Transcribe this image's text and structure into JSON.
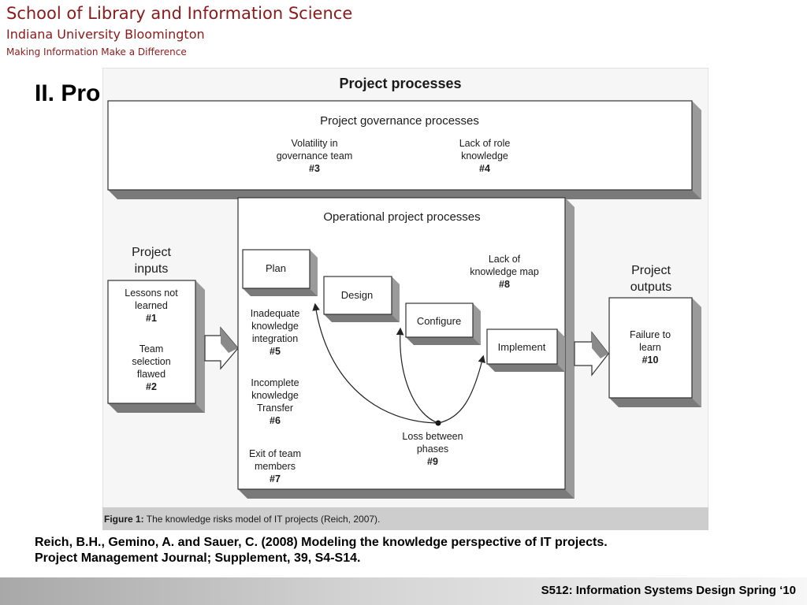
{
  "header": {
    "school": "School of Library and Information Science",
    "university": "Indiana University Bloomington",
    "tagline": "Making Information Make a Difference"
  },
  "slide": {
    "title": "II. Pro"
  },
  "diagram": {
    "title": "Project processes",
    "governance": {
      "title": "Project governance processes",
      "risk3": {
        "line1": "Volatility in",
        "line2": "governance team",
        "num": "#3"
      },
      "risk4": {
        "line1": "Lack of role",
        "line2": "knowledge",
        "num": "#4"
      }
    },
    "inputs": {
      "title1": "Project",
      "title2": "inputs",
      "risk1": {
        "line1": "Lessons not",
        "line2": "learned",
        "num": "#1"
      },
      "risk2": {
        "line1": "Team",
        "line2": "selection",
        "line3": "flawed",
        "num": "#2"
      }
    },
    "operational": {
      "title": "Operational project processes",
      "plan": "Plan",
      "design": "Design",
      "configure": "Configure",
      "implement": "Implement",
      "risk5": {
        "line1": "Inadequate",
        "line2": "knowledge",
        "line3": "integration",
        "num": "#5"
      },
      "risk6": {
        "line1": "Incomplete",
        "line2": "knowledge",
        "line3": "Transfer",
        "num": "#6"
      },
      "risk7": {
        "line1": "Exit of team",
        "line2": "members",
        "num": "#7"
      },
      "risk8": {
        "line1": "Lack of",
        "line2": "knowledge map",
        "num": "#8"
      },
      "risk9": {
        "line1": "Loss between",
        "line2": "phases",
        "num": "#9"
      }
    },
    "outputs": {
      "title1": "Project",
      "title2": "outputs",
      "risk10": {
        "line1": "Failure to",
        "line2": "learn",
        "num": "#10"
      }
    },
    "caption_label": "Figure 1:",
    "caption_text": " The knowledge risks model of IT projects (Reich, 2007)."
  },
  "citation": {
    "line1": "Reich, B.H., Gemino, A. and Sauer, C. (2008) Modeling the knowledge perspective of IT projects.",
    "line2": "Project Management Journal; Supplement, 39, S4-S14."
  },
  "footer": {
    "text": "S512: Information Systems Design Spring ‘10"
  }
}
